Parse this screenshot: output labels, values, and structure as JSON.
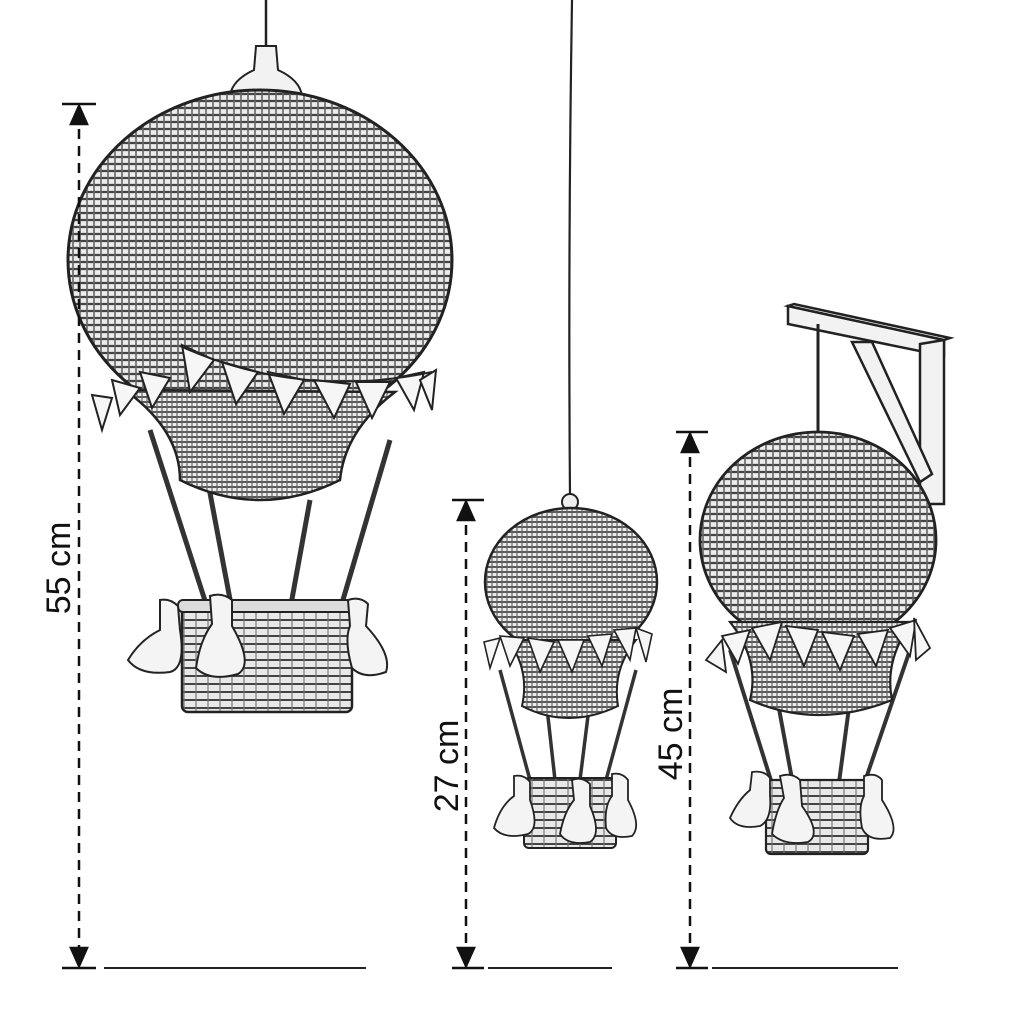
{
  "figure": {
    "items": [
      {
        "id": "large-pendant",
        "dimension_label": "55 cm",
        "mount": "ceiling-pendant"
      },
      {
        "id": "small-pendant",
        "dimension_label": "27 cm",
        "mount": "ceiling-pendant"
      },
      {
        "id": "wall-lamp",
        "dimension_label": "45 cm",
        "mount": "wall-bracket"
      }
    ]
  },
  "colors": {
    "ink": "#1a1a1a",
    "line": "#333333",
    "wicker": "#e9e9e9",
    "bag": "#f4f4f4",
    "background": "#ffffff"
  }
}
